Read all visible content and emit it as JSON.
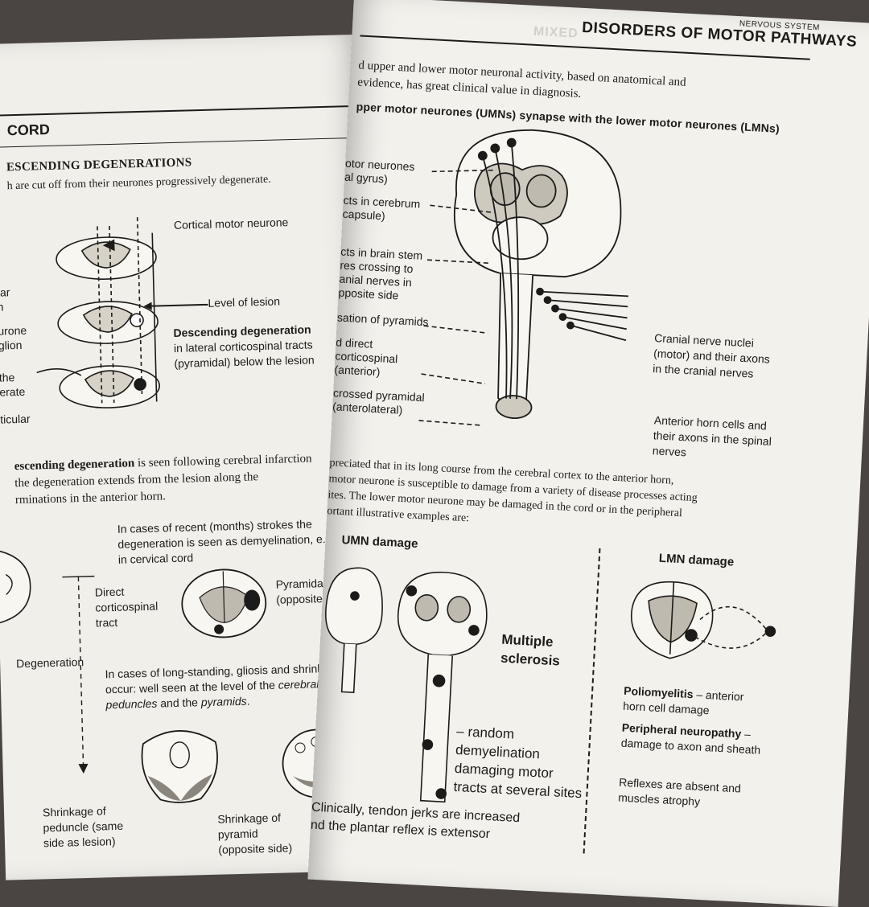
{
  "left_page": {
    "header": "CORD",
    "section_heading": "ESCENDING DEGENERATIONS",
    "intro": "h are cut off from their neurones progressively degenerate.",
    "fig1": {
      "cortical_motor_neurone": "Cortical motor neurone",
      "level_of_lesion": "Level of lesion",
      "descending_degeneration_title": "Descending degeneration",
      "descending_degeneration_desc": "in lateral corticospinal tracts (pyramidal) below the lesion",
      "left_fragments": [
        "far",
        "n",
        "urone",
        "glion",
        "the",
        "erate",
        "ticular"
      ]
    },
    "para": {
      "bold": "escending degeneration",
      "rest": " is seen following cerebral infarction",
      "line2": "the degeneration extends from the lesion along the",
      "line3": "rminations in the anterior horn."
    },
    "fig2": {
      "recent_strokes": "In cases of recent (months) strokes the degeneration is seen as demyelination, e.g. in cervical cord",
      "direct_corticospinal": "Direct corticospinal tract",
      "pyramidal_tract": "Pyramidal tract (opposite side)",
      "degeneration": "Degeneration",
      "long_standing": "In cases of long-standing, gliosis and shrinkage occur: well seen at the level of the",
      "cerebral_peduncles": "cerebral peduncles",
      "and_the": " and the ",
      "pyramids": "pyramids",
      "period": ".",
      "shrinkage_peduncle": "Shrinkage of peduncle (same side as lesion)",
      "shrinkage_pyramid": "Shrinkage of pyramid (opposite side)"
    }
  },
  "right_page": {
    "header_faded": "MIXED",
    "header": "DISORDERS OF MOTOR PATHWAYS",
    "header_tag": "NERVOUS SYSTEM",
    "intro_line1": "d upper and lower motor neuronal activity, based on anatomical and",
    "intro_line2": "evidence, has great clinical value in diagnosis.",
    "subheading": "pper motor neurones (UMNs) synapse with the lower motor neurones (LMNs)",
    "fig": {
      "left_labels": [
        "otor neurones",
        "al gyrus)",
        "cts in cerebrum",
        "capsule)",
        "cts in brain stem",
        "res crossing to",
        "anial nerves in",
        "pposite side",
        "sation of pyramids",
        "d direct corticospinal",
        "(anterior)",
        "crossed pyramidal",
        "(anterolateral)"
      ],
      "cranial_nerve_nuclei": "Cranial nerve nuclei (motor) and their axons in the cranial nerves",
      "anterior_horn_cells": "Anterior horn cells and their axons in the spinal nerves"
    },
    "para2_line1": "preciated that in its long course from the cerebral cortex to the anterior horn,",
    "para2_line2": "motor neurone is susceptible to damage from a variety of disease processes acting",
    "para2_line3": "ites. The lower motor neurone may be damaged in the cord or in the peripheral",
    "para2_line4": "ortant illustrative examples are:",
    "umn_damage": "UMN damage",
    "lmn_damage": "LMN damage",
    "multiple_sclerosis": "Multiple sclerosis",
    "ms_desc": "– random demyelination damaging motor tracts at several sites",
    "polio_bold": "Poliomyelitis",
    "polio_rest": " – anterior horn cell damage",
    "periph_bold": "Peripheral neuropathy",
    "periph_rest": " – damage to axon and sheath",
    "reflexes_absent": "Reflexes are absent and muscles atrophy",
    "clinically_line1": "Clinically, tendon jerks are increased",
    "clinically_line2": "nd the plantar reflex is extensor"
  }
}
